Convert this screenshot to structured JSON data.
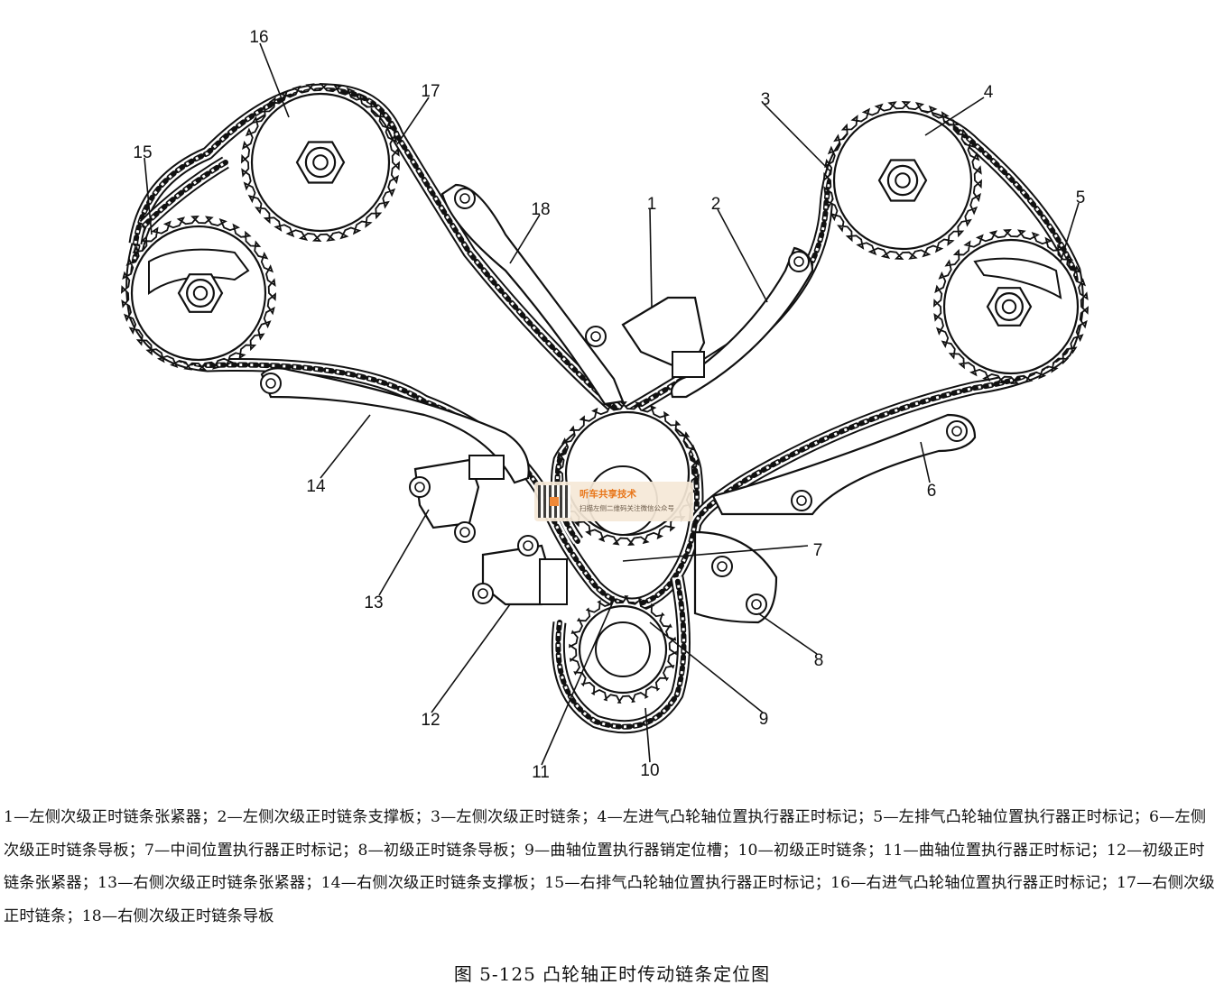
{
  "labels": [
    {
      "id": "1",
      "text": "1"
    },
    {
      "id": "2",
      "text": "2"
    },
    {
      "id": "3",
      "text": "3"
    },
    {
      "id": "4",
      "text": "4"
    },
    {
      "id": "5",
      "text": "5"
    },
    {
      "id": "6",
      "text": "6"
    },
    {
      "id": "7",
      "text": "7"
    },
    {
      "id": "8",
      "text": "8"
    },
    {
      "id": "9",
      "text": "9"
    },
    {
      "id": "10",
      "text": "10"
    },
    {
      "id": "11",
      "text": "11"
    },
    {
      "id": "12",
      "text": "12"
    },
    {
      "id": "13",
      "text": "13"
    },
    {
      "id": "14",
      "text": "14"
    },
    {
      "id": "15",
      "text": "15"
    },
    {
      "id": "16",
      "text": "16"
    },
    {
      "id": "17",
      "text": "17"
    },
    {
      "id": "18",
      "text": "18"
    }
  ],
  "legend": "1—左侧次级正时链条张紧器；2—左侧次级正时链条支撑板；3—左侧次级正时链条；4—左进气凸轮轴位置执行器正时标记；5—左排气凸轮轴位置执行器正时标记；6—左侧次级正时链条导板；7—中间位置执行器正时标记；8—初级正时链条导板；9—曲轴位置执行器销定位槽；10—初级正时链条；11—曲轴位置执行器正时标记；12—初级正时链条张紧器；13—右侧次级正时链条张紧器；14—右侧次级正时链条支撑板；15—右排气凸轮轴位置执行器正时标记；16—右进气凸轮轴位置执行器正时标记；17—右侧次级正时链条；18—右侧次级正时链条导板",
  "caption": "图 5-125    凸轮轴正时传动链条定位图",
  "watermark": {
    "title": "听车共享技术",
    "subtitle": "扫描左侧二维码关注微信公众号"
  }
}
